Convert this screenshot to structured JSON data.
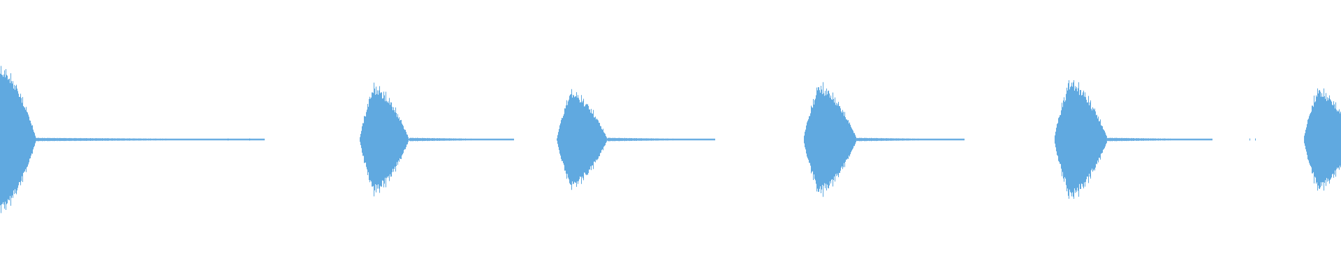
{
  "waveform": {
    "color": "#5aa6df",
    "background": "#ffffff",
    "segments": [
      {
        "start": 0.0,
        "attack": 0.0,
        "decay": 0.027,
        "tail_end": 0.197,
        "peak": 0.95,
        "phase": 0.15
      },
      {
        "start": 0.268,
        "attack": 0.01,
        "decay": 0.027,
        "tail_end": 0.383,
        "peak": 0.68,
        "phase": 1.2
      },
      {
        "start": 0.415,
        "attack": 0.01,
        "decay": 0.028,
        "tail_end": 0.533,
        "peak": 0.62,
        "phase": 2.1
      },
      {
        "start": 0.599,
        "attack": 0.011,
        "decay": 0.029,
        "tail_end": 0.719,
        "peak": 0.7,
        "phase": 3.4
      },
      {
        "start": 0.786,
        "attack": 0.011,
        "decay": 0.029,
        "tail_end": 0.904,
        "peak": 0.75,
        "phase": 4.3
      },
      {
        "start": 0.972,
        "attack": 0.01,
        "decay": 0.028,
        "tail_end": 1.0,
        "peak": 0.65,
        "phase": 5.1
      }
    ],
    "sparse_ticks": [
      0.17,
      0.186,
      0.932,
      0.936
    ]
  }
}
